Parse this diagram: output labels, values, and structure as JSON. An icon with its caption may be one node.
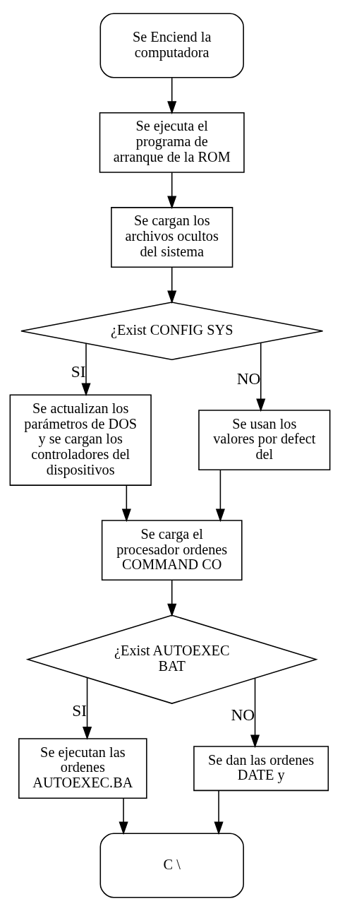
{
  "diagram": {
    "nodes": [
      {
        "text": [
          "Se Enciend la computadora"
        ]
      },
      {
        "text": [
          "Se ejecuta el programa de arranque de la ROM"
        ]
      },
      {
        "text": [
          "Se cargan los archivos ocultos del sistema"
        ]
      },
      {
        "text": [
          "¿Exist CONFIG SYS"
        ]
      },
      {
        "text": [
          "Se actualizan los parámetros de DOS y se cargan los controladores del dispositivos"
        ]
      },
      {
        "text": [
          "Se usan los valores por defect del"
        ]
      },
      {
        "text": [
          "Se carga el procesador ordenes COMMAND CO"
        ]
      },
      {
        "text": [
          "¿Exist AUTOEXEC BAT"
        ]
      },
      {
        "text": [
          "Se ejecutan las ordenes AUTOEXEC.BA"
        ]
      },
      {
        "text": [
          "Se dan las ordenes DATE y"
        ]
      },
      {
        "text": [
          "C \\"
        ]
      }
    ],
    "edges": [
      {
        "from": 0,
        "to": 1,
        "arrow": "to"
      },
      {
        "from": 1,
        "to": 2,
        "arrow": "to"
      },
      {
        "from": 2,
        "to": 3,
        "arrow": "to"
      },
      {
        "from": 3,
        "to": 4,
        "arrow": "to",
        "label": "SI"
      },
      {
        "from": 3,
        "to": 5,
        "arrow": "to",
        "label": "NO"
      },
      {
        "from": 4,
        "to": 6,
        "arrow": "to"
      },
      {
        "from": 5,
        "to": 6,
        "arrow": "to"
      },
      {
        "from": 6,
        "to": 7,
        "arrow": "to"
      },
      {
        "from": 7,
        "to": 8,
        "arrow": "to",
        "label": "SI"
      },
      {
        "from": 7,
        "to": 9,
        "arrow": "to",
        "label": "NO"
      },
      {
        "from": 8,
        "to": 10,
        "arrow": "to"
      },
      {
        "from": 9,
        "to": 10,
        "arrow": "to"
      }
    ]
  }
}
